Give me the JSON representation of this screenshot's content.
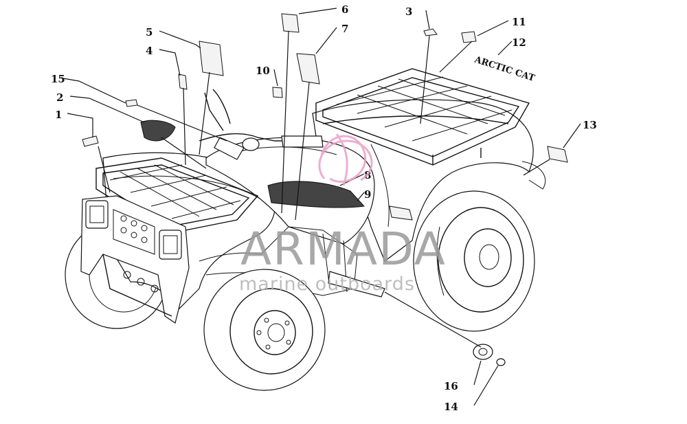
{
  "diagram": {
    "callouts": [
      {
        "id": "c1",
        "label": "1"
      },
      {
        "id": "c2",
        "label": "2"
      },
      {
        "id": "c3",
        "label": "3"
      },
      {
        "id": "c4",
        "label": "4"
      },
      {
        "id": "c5",
        "label": "5"
      },
      {
        "id": "c6",
        "label": "6"
      },
      {
        "id": "c7",
        "label": "7"
      },
      {
        "id": "c8",
        "label": "8"
      },
      {
        "id": "c9",
        "label": "9"
      },
      {
        "id": "c10",
        "label": "10"
      },
      {
        "id": "c11",
        "label": "11"
      },
      {
        "id": "c12",
        "label": "12"
      },
      {
        "id": "c13",
        "label": "13"
      },
      {
        "id": "c14",
        "label": "14"
      },
      {
        "id": "c15",
        "label": "15"
      },
      {
        "id": "c16",
        "label": "16"
      }
    ],
    "rear_decal_text": "ARCTIC CAT",
    "watermark": {
      "title": "ARMADA",
      "subtitle": "marine outboards",
      "logo_color": "#e8a0c8",
      "text_color": "#9a9a9a"
    }
  }
}
